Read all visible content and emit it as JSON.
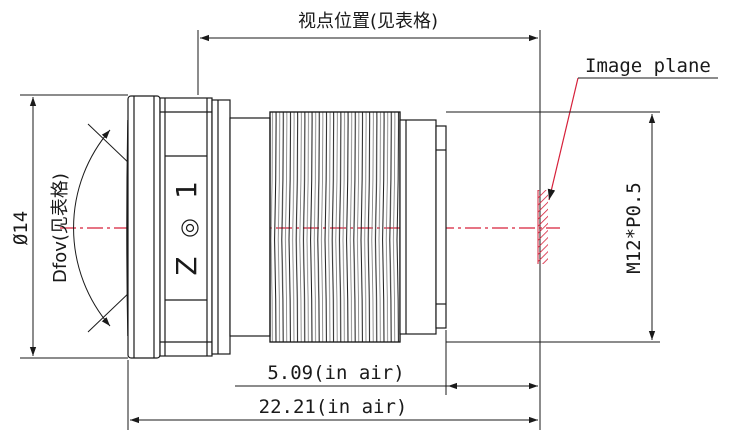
{
  "diagram": {
    "title_label": "视点位置(见表格)",
    "image_plane_label": "Image plane",
    "diameter_label": "Ø14",
    "dfov_label": "Dfov(见表格)",
    "thread_label": "M12*P0.5",
    "bfl_label": "5.09(in air)",
    "total_length_label": "22.21(in air)",
    "barrel_mark_top": "1",
    "barrel_mark_bottom": "Z",
    "colors": {
      "line": "#1a1a1a",
      "axis": "#d6203a",
      "hatch": "#d6203a"
    }
  }
}
